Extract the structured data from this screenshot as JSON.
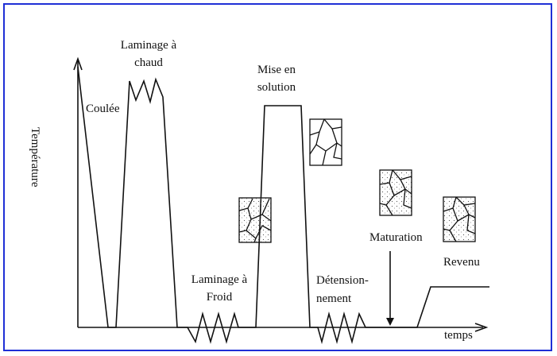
{
  "diagram": {
    "y_axis_label": "Température",
    "x_axis_label": "temps",
    "stages": {
      "coulee": "Coulée",
      "laminage_chaud_line1": "Laminage à",
      "laminage_chaud_line2": "chaud",
      "laminage_froid_line1": "Laminage à",
      "laminage_froid_line2": "Froid",
      "mise_en_solution_line1": "Mise en",
      "mise_en_solution_line2": "solution",
      "detensionnement_line1": "Détension-",
      "detensionnement_line2": "nement",
      "maturation": "Maturation",
      "revenu": "Revenu"
    },
    "colors": {
      "border": "#1f2fd6",
      "line": "#111111"
    }
  }
}
